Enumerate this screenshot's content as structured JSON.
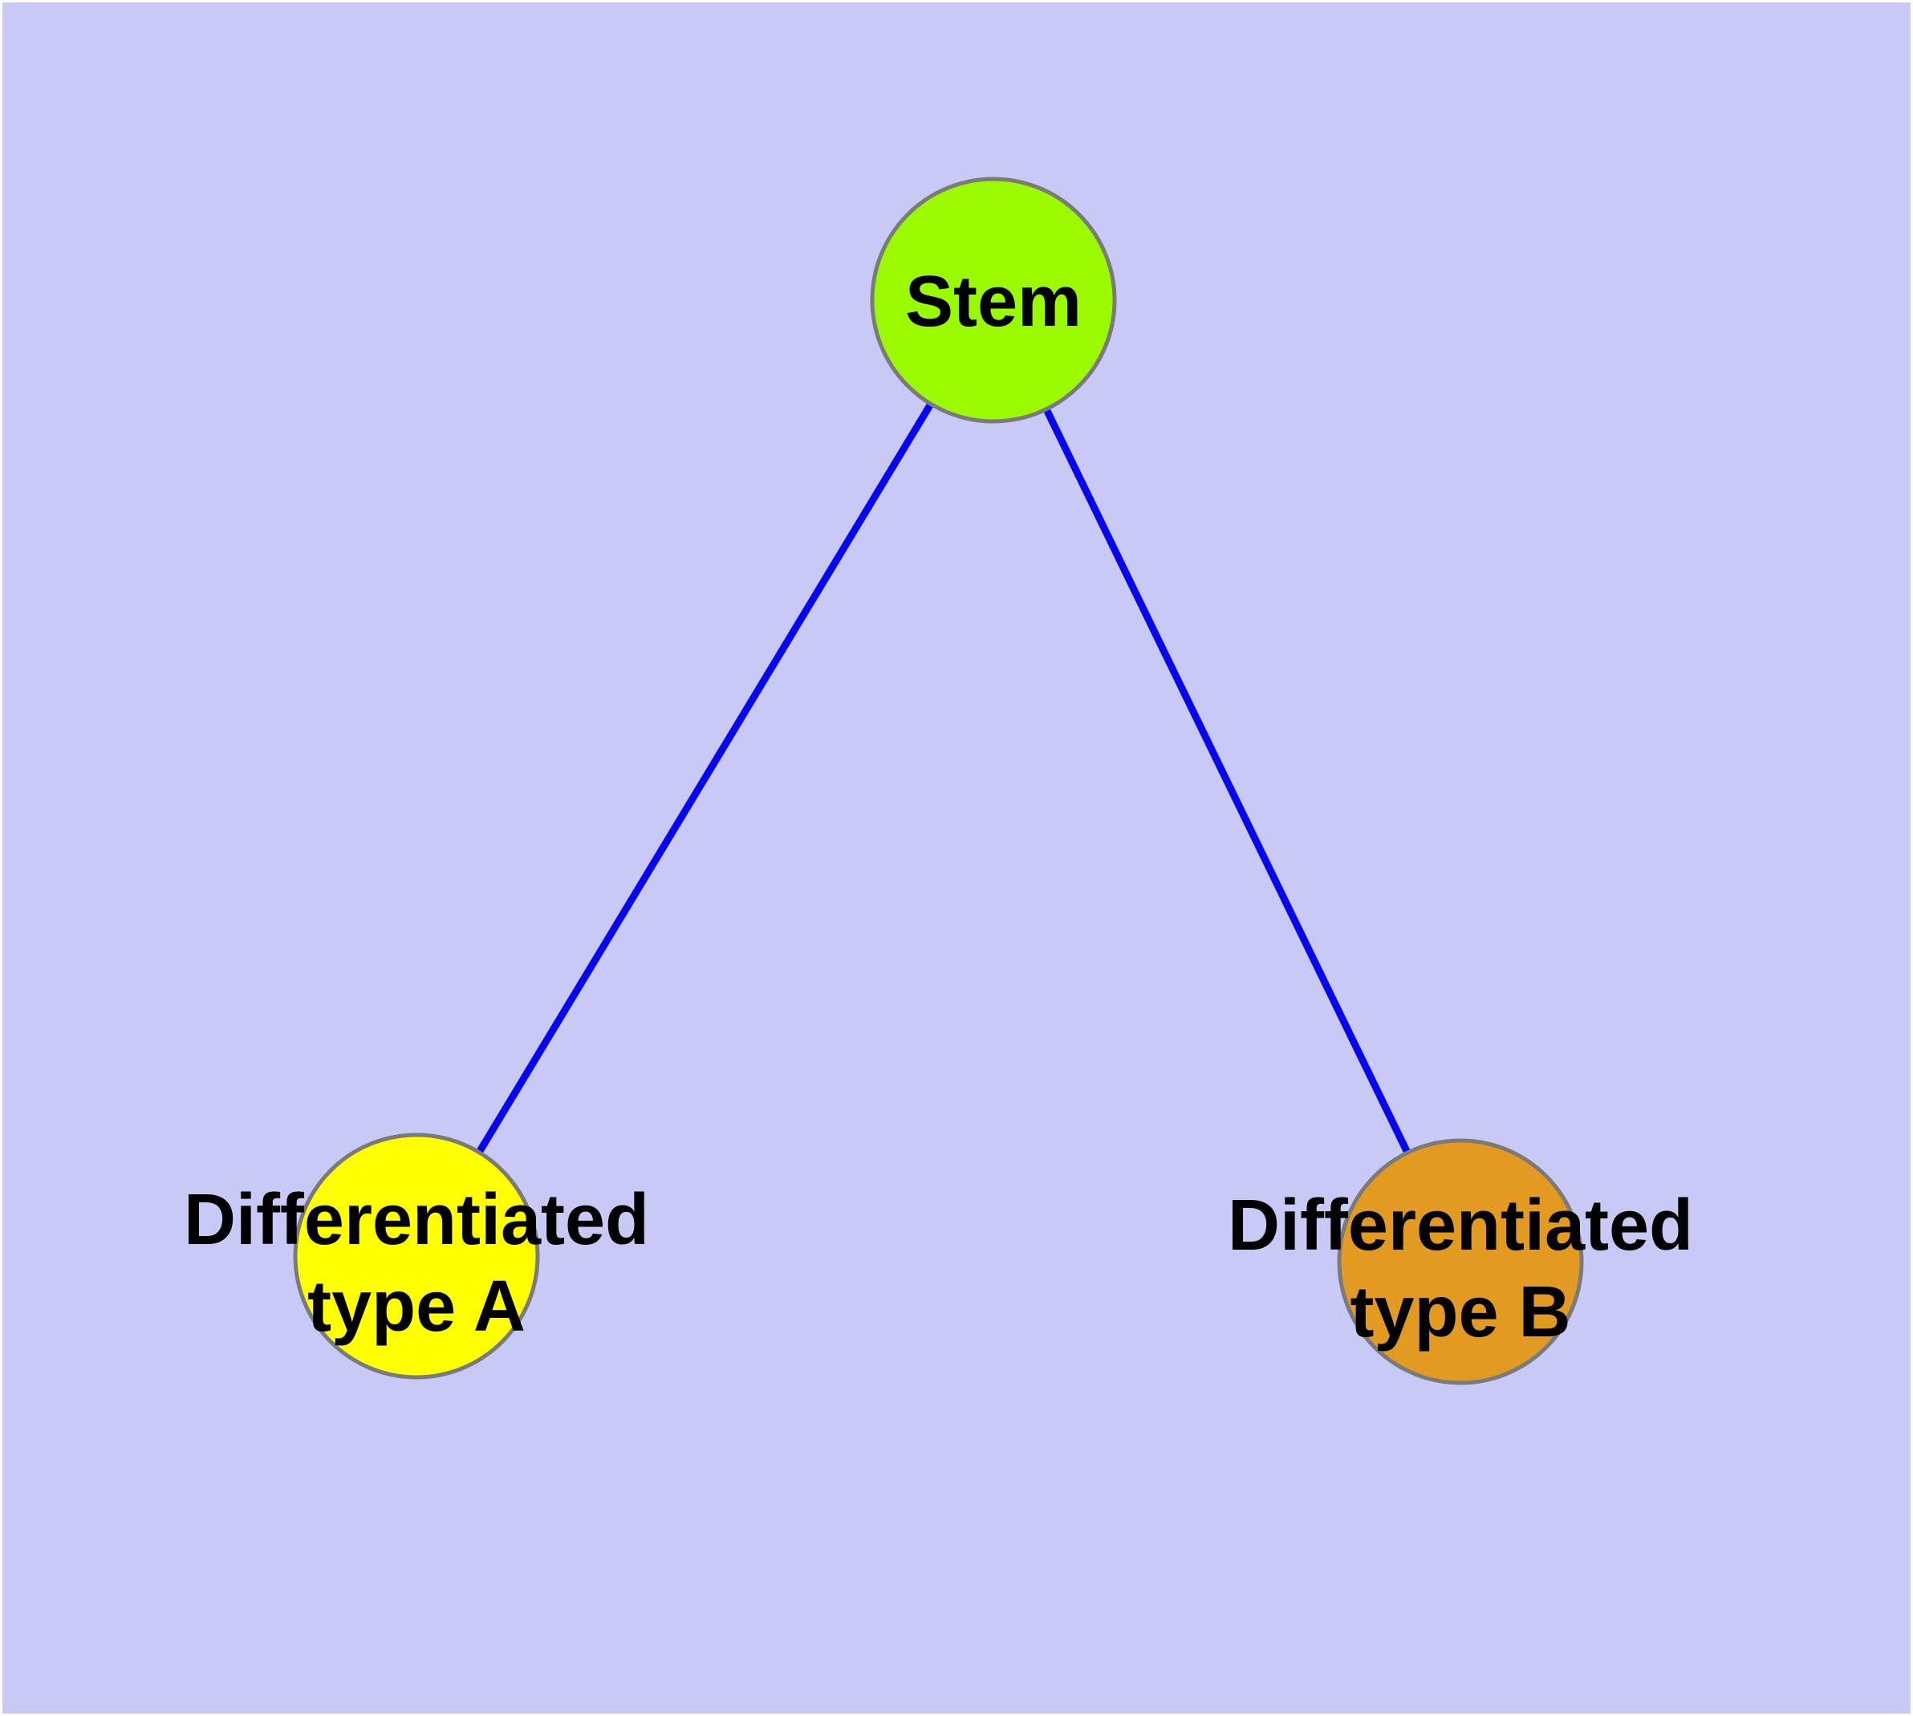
{
  "diagram": {
    "background_color": "#c9c9f6",
    "frame_color": "#ffffff",
    "edge_color": "#0505f0",
    "node_border_color": "#7a7a7a",
    "label_color": "#000000",
    "nodes": {
      "stem": {
        "label": "Stem",
        "fill_color": "#9afb00"
      },
      "type_a": {
        "label_line1": "Differentiated",
        "label_line2": "type A",
        "fill_color": "#ffff00"
      },
      "type_b": {
        "label_line1": "Differentiated",
        "label_line2": "type B",
        "fill_color": "#e29a20"
      }
    },
    "edges": [
      {
        "from": "Stem",
        "to": "Differentiated type A"
      },
      {
        "from": "Stem",
        "to": "Differentiated type B"
      }
    ]
  }
}
